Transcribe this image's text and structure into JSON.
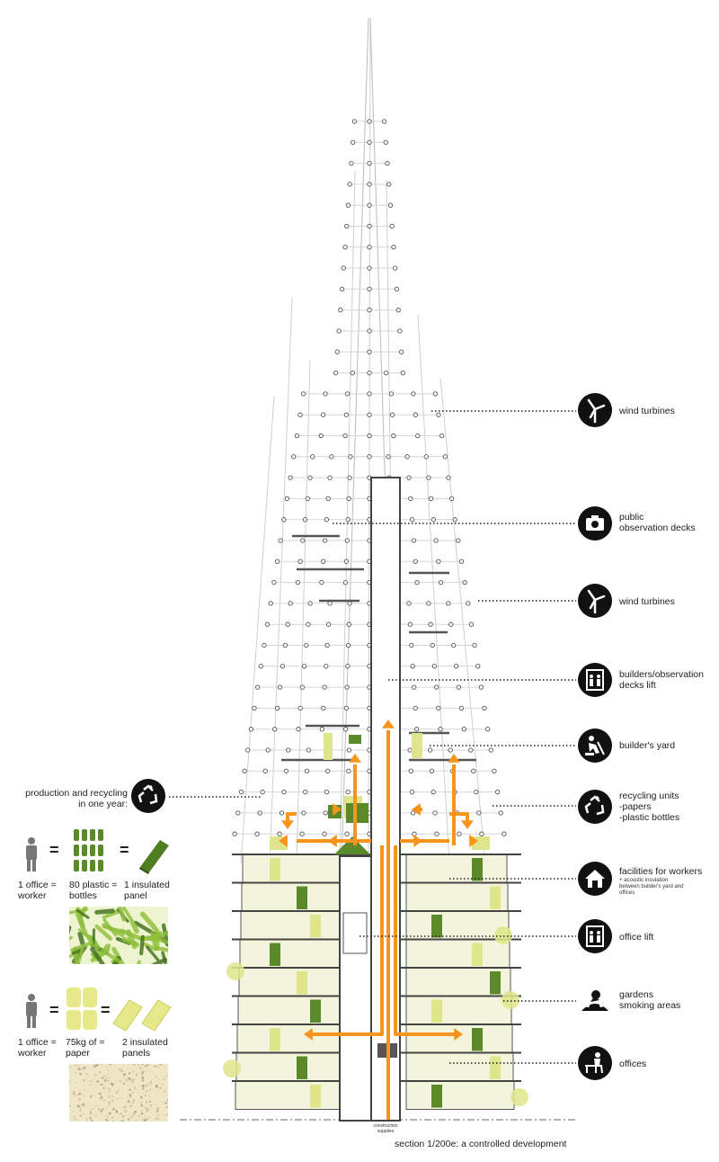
{
  "legend": [
    {
      "id": "wind-turbines-upper",
      "label": "wind turbines",
      "icon": "wind-turbine-icon"
    },
    {
      "id": "observation-decks",
      "label_line1": "public",
      "label_line2": "observation decks",
      "icon": "camera-icon"
    },
    {
      "id": "wind-turbines-lower",
      "label": "wind turbines",
      "icon": "wind-turbine-icon"
    },
    {
      "id": "builders-lift",
      "label_line1": "builders/observation",
      "label_line2": "decks lift",
      "icon": "elevator-icon"
    },
    {
      "id": "builders-yard",
      "label": "builder's yard",
      "icon": "worker-digging-icon"
    },
    {
      "id": "recycling-units",
      "label_line1": "recycling units",
      "label_line2": "-papers",
      "label_line3": "-plastic bottles",
      "icon": "recycle-icon"
    },
    {
      "id": "facilities",
      "label": "facilities for workers",
      "note_line1": "+ acoustic insulation",
      "note_line2": "between builder's yard and",
      "note_line3": "offices",
      "icon": "house-icon"
    },
    {
      "id": "office-lift",
      "label": "office lift",
      "icon": "elevator-icon"
    },
    {
      "id": "gardens",
      "label_line1": "gardens",
      "label_line2": "smoking areas",
      "icon": "garden-icon"
    },
    {
      "id": "offices",
      "label": "offices",
      "icon": "desk-worker-icon"
    }
  ],
  "recycling_panel": {
    "title_line1": "production and recycling",
    "title_line2": "in one year:",
    "row1": {
      "a_line1": "1 office",
      "a_line2": "worker",
      "b_line1": "80 plastic",
      "b_line2": "bottles",
      "c_line1": "1 insulated",
      "c_line2": "panel",
      "eq1": "=",
      "eq2": "=",
      "eq3": "=",
      "eq4": "="
    },
    "row2": {
      "a_line1": "1 office",
      "a_line2": "worker",
      "b_line1": "75kg of",
      "b_line2": "paper",
      "c_line1": "2 insulated",
      "c_line2": "panels",
      "eq1": "=",
      "eq2": "=",
      "eq3": "=",
      "eq4": "="
    }
  },
  "construction_label_line1": "construction",
  "construction_label_line2": "supplies",
  "caption": "section 1/200e: a controlled development",
  "colors": {
    "orange": "#f7941d",
    "green_dark": "#5a8a2a",
    "green_light": "#dfe58a",
    "floor_tint": "#f3f4dc",
    "structure": "#555555"
  }
}
